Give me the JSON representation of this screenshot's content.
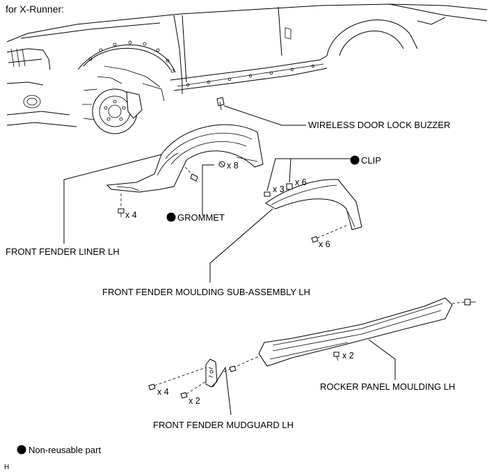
{
  "heading": "for X-Runner:",
  "labels": {
    "wireless_door_lock_buzzer": "WIRELESS DOOR LOCK BUZZER",
    "clip": "CLIP",
    "grommet": "GROMMET",
    "front_fender_liner": "FRONT FENDER LINER LH",
    "front_fender_moulding": "FRONT FENDER MOULDING SUB-ASSEMBLY LH",
    "rocker_panel_moulding": "ROCKER PANEL MOULDING LH",
    "front_fender_mudguard": "FRONT FENDER MUDGUARD LH"
  },
  "quantities": {
    "liner_screws": "x 4",
    "liner_clips": "x 8",
    "moulding_clips_a": "x 3",
    "moulding_clips_b": "x 6",
    "moulding_screws": "x 6",
    "rocker_screws": "x 2",
    "mudguard_screws_a": "x 4",
    "mudguard_screws_b": "x 2"
  },
  "legend": {
    "text": "Non-reusable part"
  },
  "footer_code": "H"
}
